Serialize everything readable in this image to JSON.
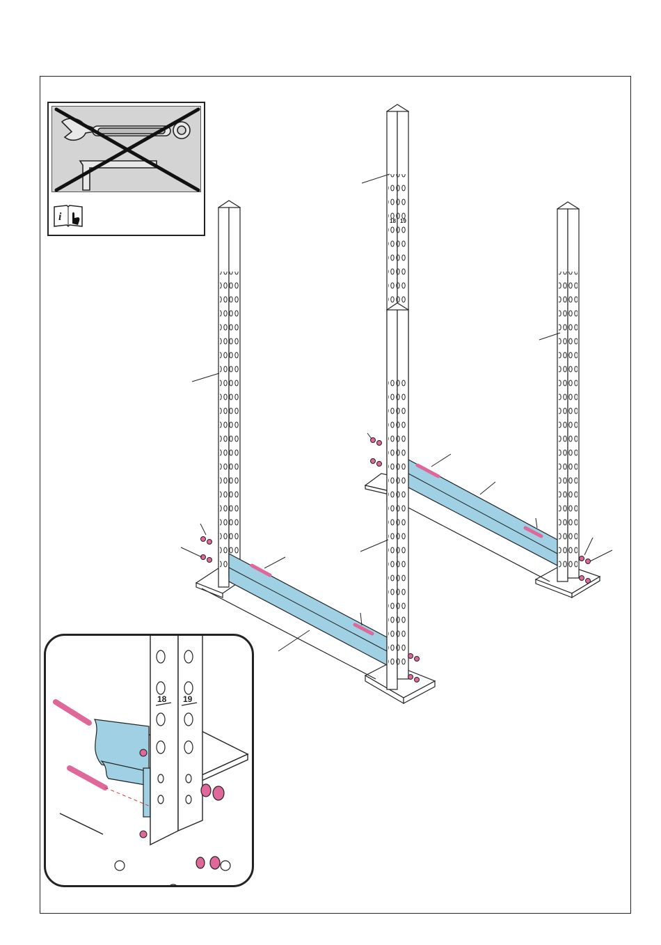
{
  "figure": {
    "column_numbers": [
      "18",
      "19"
    ],
    "detail_numbers": [
      "18",
      "19"
    ]
  },
  "colors": {
    "beam": "#9fd0e4",
    "bolt": "#e0679a",
    "line": "#222222",
    "panel": "#d4d4d4"
  },
  "icons": [
    "adjustable-wrench-icon",
    "hex-key-icon",
    "forbidden-cross-icon",
    "manual-info-icon"
  ]
}
